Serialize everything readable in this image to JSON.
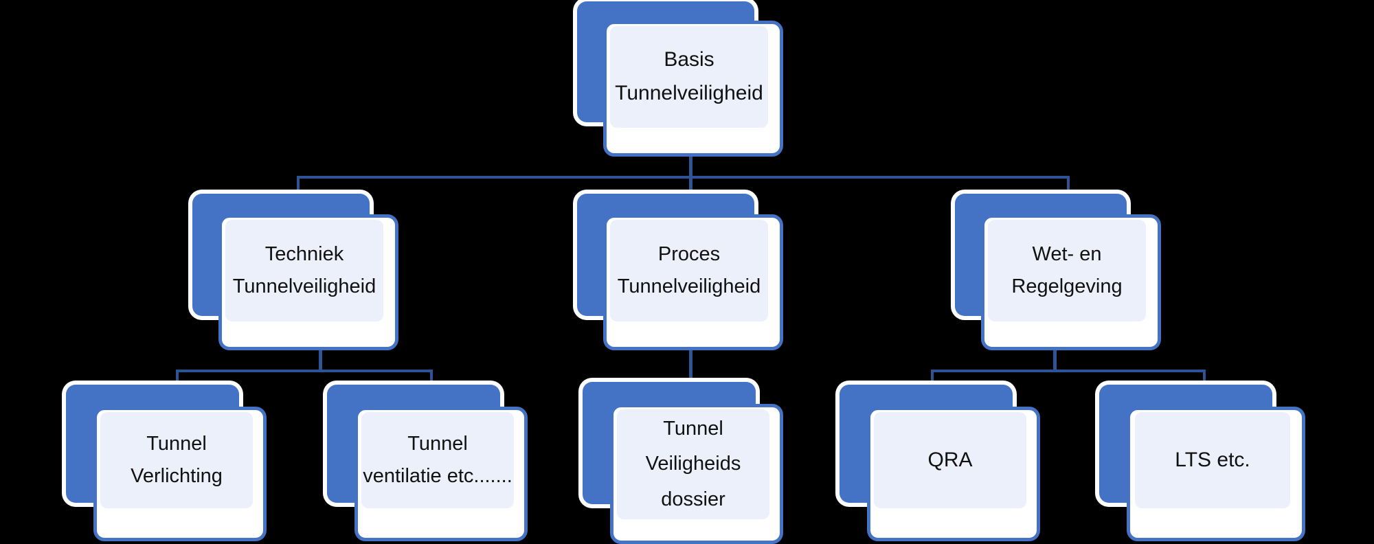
{
  "diagram": {
    "title": "Basis Tunnelveiligheid hierarchie",
    "background_color": "#000000",
    "accent_color": "#4472C4",
    "connector_color": "#2F5496",
    "panel_color": "#EBF0FA",
    "card_color": "#FFFFFF",
    "text_color": "#111111",
    "levels": 3
  },
  "nodes": {
    "root": {
      "id": "basis-tunnelveiligheid",
      "level": 1,
      "lines": [
        "Basis",
        "Tunnelveiligheid"
      ]
    },
    "branch_techniek": {
      "id": "techniek-tunnelveiligheid",
      "level": 2,
      "lines": [
        "Techniek",
        "Tunnelveiligheid"
      ]
    },
    "branch_proces": {
      "id": "proces-tunnelveiligheid",
      "level": 2,
      "lines": [
        "Proces",
        "Tunnelveiligheid"
      ]
    },
    "branch_wet": {
      "id": "wet-en-regelgeving",
      "level": 2,
      "lines": [
        "Wet- en",
        "Regelgeving"
      ]
    },
    "leaf_verlichting": {
      "id": "tunnel-verlichting",
      "level": 3,
      "lines": [
        "Tunnel",
        "Verlichting"
      ]
    },
    "leaf_ventilatie": {
      "id": "tunnel-ventilatie",
      "level": 3,
      "lines": [
        "Tunnel",
        "ventilatie etc......."
      ]
    },
    "leaf_dossier": {
      "id": "tunnel-veiligheidsdossier",
      "level": 3,
      "lines": [
        "Tunnel",
        "Veiligheids",
        "dossier"
      ]
    },
    "leaf_qra": {
      "id": "qra",
      "level": 3,
      "lines": [
        "QRA"
      ]
    },
    "leaf_lts": {
      "id": "lts-etc",
      "level": 3,
      "lines": [
        "LTS etc."
      ]
    }
  }
}
